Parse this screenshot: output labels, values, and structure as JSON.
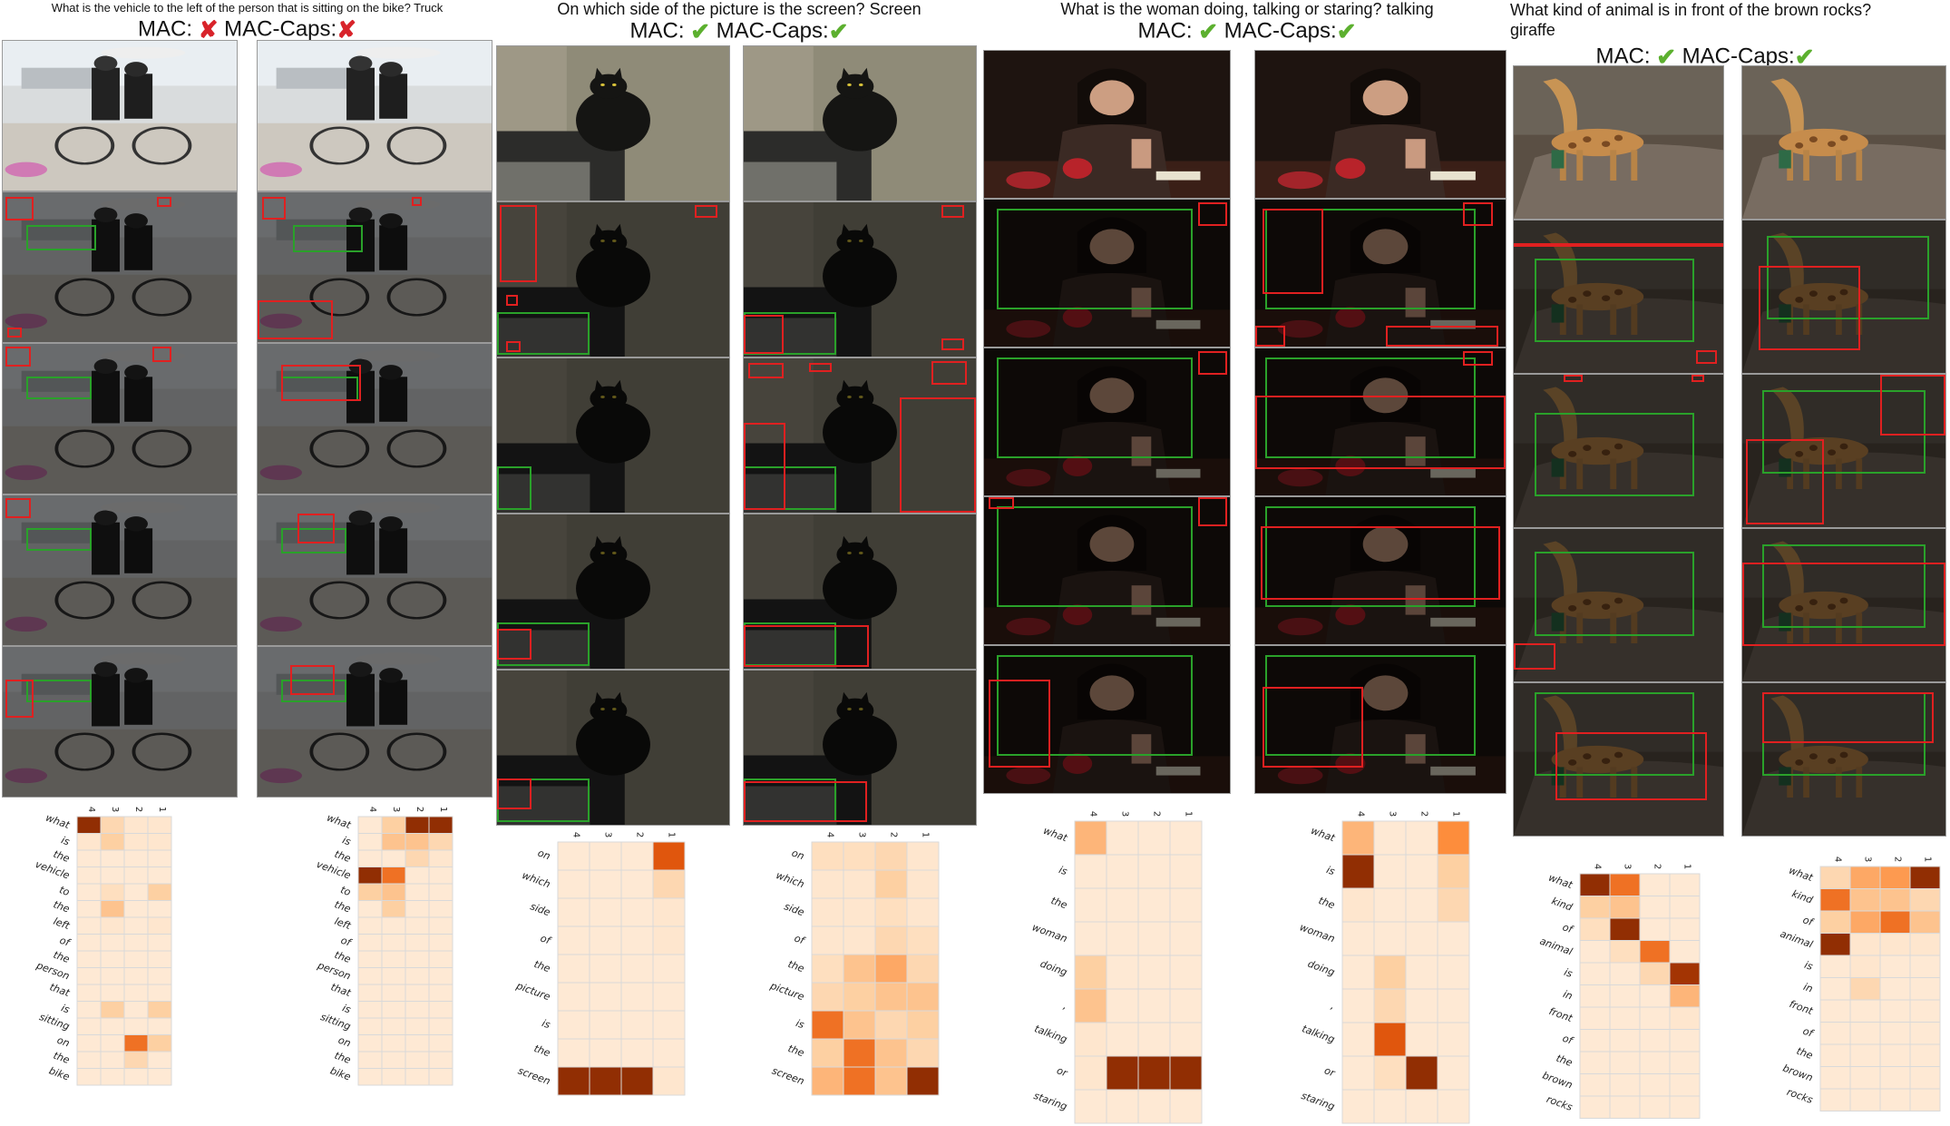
{
  "colors": {
    "correct": "#5cb02f",
    "wrong": "#d8232a",
    "heat_low": "#fff5eb",
    "heat_high": "#7f2704",
    "box_green": "#2aa12a",
    "box_red": "#e02020"
  },
  "examples": [
    {
      "question": "What is the vehicle to the left of the person that is sitting on the bike? Truck",
      "mac_label": "MAC:",
      "mac_mark": "✘",
      "mac_correct": false,
      "caps_label": "MAC-Caps:",
      "caps_mark": "✘",
      "caps_correct": false,
      "heat_columns": [
        "4",
        "3",
        "2",
        "1"
      ],
      "heat_words": [
        "what",
        "is",
        "the",
        "vehicle",
        "to",
        "the",
        "left",
        "of",
        "the",
        "person",
        "that",
        "is",
        "sitting",
        "on",
        "the",
        "bike"
      ],
      "mac_heat": [
        [
          0.95,
          0.2,
          0.1,
          0.1
        ],
        [
          0.1,
          0.25,
          0.1,
          0.1
        ],
        [
          0.08,
          0.08,
          0.08,
          0.08
        ],
        [
          0.08,
          0.08,
          0.08,
          0.08
        ],
        [
          0.08,
          0.15,
          0.08,
          0.25
        ],
        [
          0.08,
          0.3,
          0.08,
          0.08
        ],
        [
          0.08,
          0.1,
          0.08,
          0.1
        ],
        [
          0.08,
          0.08,
          0.08,
          0.08
        ],
        [
          0.08,
          0.08,
          0.08,
          0.08
        ],
        [
          0.08,
          0.08,
          0.08,
          0.08
        ],
        [
          0.08,
          0.08,
          0.08,
          0.08
        ],
        [
          0.08,
          0.25,
          0.08,
          0.25
        ],
        [
          0.08,
          0.08,
          0.08,
          0.08
        ],
        [
          0.08,
          0.08,
          0.6,
          0.25
        ],
        [
          0.08,
          0.08,
          0.2,
          0.08
        ],
        [
          0.08,
          0.08,
          0.08,
          0.08
        ]
      ],
      "caps_heat": [
        [
          0.08,
          0.25,
          0.95,
          0.95
        ],
        [
          0.08,
          0.3,
          0.3,
          0.2
        ],
        [
          0.08,
          0.08,
          0.2,
          0.1
        ],
        [
          0.95,
          0.6,
          0.08,
          0.08
        ],
        [
          0.25,
          0.3,
          0.08,
          0.08
        ],
        [
          0.08,
          0.25,
          0.08,
          0.08
        ],
        [
          0.08,
          0.08,
          0.08,
          0.08
        ],
        [
          0.08,
          0.08,
          0.08,
          0.08
        ],
        [
          0.08,
          0.08,
          0.08,
          0.08
        ],
        [
          0.08,
          0.08,
          0.08,
          0.08
        ],
        [
          0.08,
          0.08,
          0.08,
          0.08
        ],
        [
          0.08,
          0.08,
          0.08,
          0.08
        ],
        [
          0.08,
          0.08,
          0.08,
          0.08
        ],
        [
          0.08,
          0.08,
          0.08,
          0.08
        ],
        [
          0.08,
          0.08,
          0.08,
          0.08
        ],
        [
          0.08,
          0.08,
          0.08,
          0.08
        ]
      ]
    },
    {
      "question": "On which side of the picture is the screen? Screen",
      "mac_label": "MAC:",
      "mac_mark": "✔",
      "mac_correct": true,
      "caps_label": "MAC-Caps:",
      "caps_mark": "✔",
      "caps_correct": true,
      "heat_columns": [
        "4",
        "3",
        "2",
        "1"
      ],
      "heat_words": [
        "on",
        "which",
        "side",
        "of",
        "the",
        "picture",
        "is",
        "the",
        "screen"
      ],
      "mac_heat": [
        [
          0.08,
          0.08,
          0.08,
          0.7
        ],
        [
          0.08,
          0.08,
          0.08,
          0.2
        ],
        [
          0.08,
          0.08,
          0.08,
          0.1
        ],
        [
          0.08,
          0.08,
          0.08,
          0.1
        ],
        [
          0.08,
          0.08,
          0.08,
          0.08
        ],
        [
          0.08,
          0.08,
          0.08,
          0.08
        ],
        [
          0.08,
          0.08,
          0.08,
          0.08
        ],
        [
          0.08,
          0.08,
          0.08,
          0.08
        ],
        [
          0.95,
          0.95,
          0.95,
          0.1
        ]
      ],
      "caps_heat": [
        [
          0.15,
          0.15,
          0.2,
          0.1
        ],
        [
          0.1,
          0.1,
          0.25,
          0.1
        ],
        [
          0.1,
          0.1,
          0.15,
          0.1
        ],
        [
          0.1,
          0.1,
          0.2,
          0.15
        ],
        [
          0.15,
          0.3,
          0.4,
          0.2
        ],
        [
          0.2,
          0.25,
          0.3,
          0.3
        ],
        [
          0.6,
          0.3,
          0.2,
          0.25
        ],
        [
          0.25,
          0.6,
          0.3,
          0.2
        ],
        [
          0.35,
          0.6,
          0.3,
          0.95
        ]
      ]
    },
    {
      "question": "What is the woman doing, talking or staring? talking",
      "mac_label": "MAC:",
      "mac_mark": "✔",
      "mac_correct": true,
      "caps_label": "MAC-Caps:",
      "caps_mark": "✔",
      "caps_correct": true,
      "heat_columns": [
        "4",
        "3",
        "2",
        "1"
      ],
      "heat_words": [
        "what",
        "is",
        "the",
        "woman",
        "doing",
        ",",
        "talking",
        "or",
        "staring"
      ],
      "mac_heat": [
        [
          0.35,
          0.08,
          0.08,
          0.08
        ],
        [
          0.08,
          0.08,
          0.08,
          0.08
        ],
        [
          0.08,
          0.08,
          0.08,
          0.08
        ],
        [
          0.08,
          0.08,
          0.08,
          0.08
        ],
        [
          0.25,
          0.08,
          0.08,
          0.08
        ],
        [
          0.3,
          0.08,
          0.08,
          0.08
        ],
        [
          0.1,
          0.08,
          0.08,
          0.08
        ],
        [
          0.1,
          0.95,
          0.95,
          0.95
        ],
        [
          0.08,
          0.08,
          0.08,
          0.08
        ]
      ],
      "caps_heat": [
        [
          0.35,
          0.08,
          0.08,
          0.5
        ],
        [
          0.95,
          0.08,
          0.08,
          0.25
        ],
        [
          0.1,
          0.08,
          0.08,
          0.2
        ],
        [
          0.08,
          0.08,
          0.08,
          0.08
        ],
        [
          0.08,
          0.25,
          0.08,
          0.08
        ],
        [
          0.08,
          0.2,
          0.08,
          0.08
        ],
        [
          0.08,
          0.7,
          0.08,
          0.08
        ],
        [
          0.08,
          0.15,
          0.95,
          0.08
        ],
        [
          0.08,
          0.08,
          0.08,
          0.08
        ]
      ]
    },
    {
      "question": "What kind of animal is in front of the brown rocks? giraffe",
      "mac_label": "MAC:",
      "mac_mark": "✔",
      "mac_correct": true,
      "caps_label": "MAC-Caps:",
      "caps_mark": "✔",
      "caps_correct": true,
      "heat_columns": [
        "4",
        "3",
        "2",
        "1"
      ],
      "heat_words": [
        "what",
        "kind",
        "of",
        "animal",
        "is",
        "in",
        "front",
        "of",
        "the",
        "brown",
        "rocks"
      ],
      "mac_heat": [
        [
          0.95,
          0.6,
          0.08,
          0.08
        ],
        [
          0.25,
          0.3,
          0.08,
          0.08
        ],
        [
          0.15,
          0.95,
          0.08,
          0.08
        ],
        [
          0.08,
          0.15,
          0.6,
          0.08
        ],
        [
          0.08,
          0.08,
          0.2,
          0.9
        ],
        [
          0.08,
          0.08,
          0.08,
          0.35
        ],
        [
          0.08,
          0.08,
          0.08,
          0.1
        ],
        [
          0.08,
          0.08,
          0.08,
          0.08
        ],
        [
          0.08,
          0.08,
          0.08,
          0.08
        ],
        [
          0.08,
          0.08,
          0.08,
          0.08
        ],
        [
          0.08,
          0.08,
          0.08,
          0.08
        ]
      ],
      "caps_heat": [
        [
          0.2,
          0.4,
          0.45,
          0.95
        ],
        [
          0.6,
          0.3,
          0.3,
          0.2
        ],
        [
          0.25,
          0.4,
          0.6,
          0.3
        ],
        [
          0.95,
          0.1,
          0.1,
          0.1
        ],
        [
          0.08,
          0.1,
          0.08,
          0.08
        ],
        [
          0.08,
          0.2,
          0.08,
          0.08
        ],
        [
          0.08,
          0.08,
          0.08,
          0.08
        ],
        [
          0.08,
          0.08,
          0.08,
          0.08
        ],
        [
          0.08,
          0.08,
          0.08,
          0.08
        ],
        [
          0.08,
          0.08,
          0.08,
          0.08
        ],
        [
          0.08,
          0.08,
          0.08,
          0.08
        ]
      ]
    }
  ]
}
